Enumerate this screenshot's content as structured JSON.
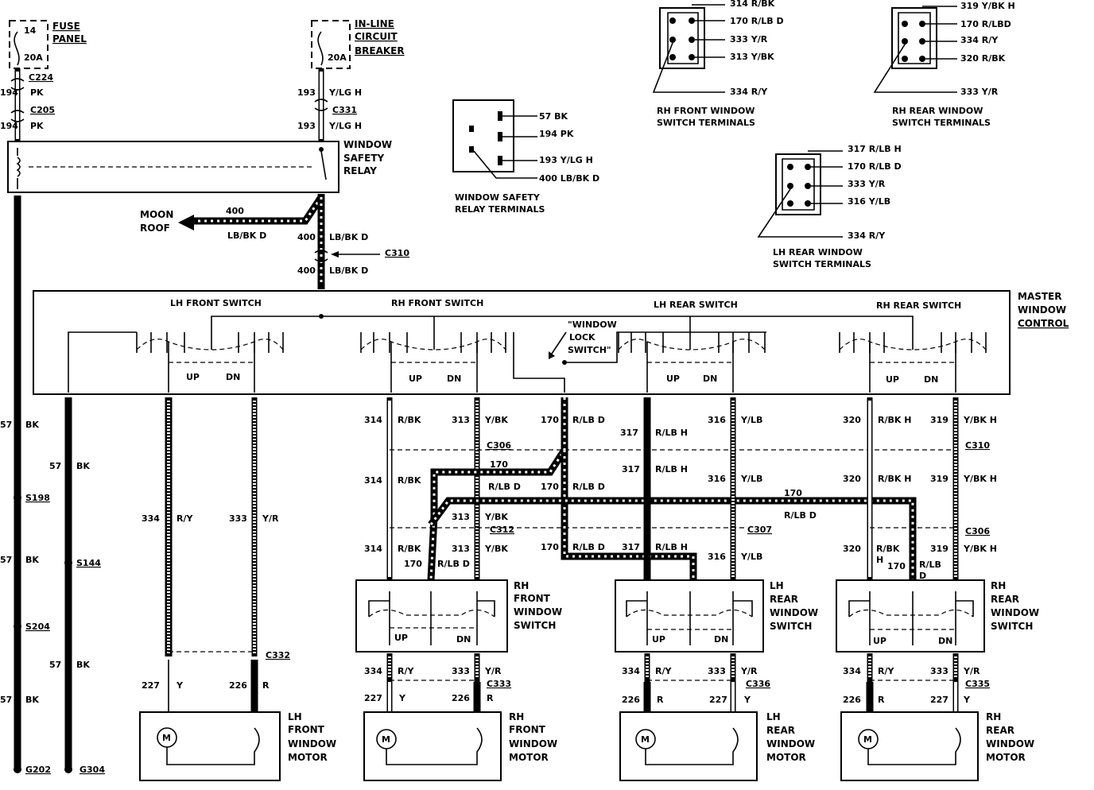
{
  "fuse_panel": {
    "title_1": "FUSE",
    "title_2": "PANEL",
    "fuse_num": "14",
    "rating": "20A"
  },
  "breaker": {
    "title_1": "IN-LINE",
    "title_2": "CIRCUIT",
    "title_3": "BREAKER",
    "rating": "20A"
  },
  "connectors": {
    "c224": "C224",
    "c205": "C205",
    "c331": "C331",
    "c310": "C310",
    "c306": "C306",
    "c310b": "C310",
    "c312": "C312",
    "c307": "C307",
    "c306b": "C306",
    "c332": "C332",
    "c333": "C333",
    "c336": "C336",
    "c335": "C335"
  },
  "splices": {
    "s198": "S198",
    "s144": "S144",
    "s204": "S204"
  },
  "grounds": {
    "g202": "G202",
    "g304": "G304"
  },
  "relay": {
    "title_1": "WINDOW",
    "title_2": "SAFETY",
    "title_3": "RELAY"
  },
  "moonroof": {
    "label_1": "MOON",
    "label_2": "ROOF",
    "wire": "400",
    "color": "LB/BK D"
  },
  "master": {
    "title_1": "MASTER",
    "title_2": "WINDOW",
    "title_3": "CONTROL",
    "lh_front": "LH FRONT SWITCH",
    "rh_front": "RH FRONT SWITCH",
    "lh_rear": "LH REAR SWITCH",
    "rh_rear": "RH REAR SWITCH",
    "lock_1": "\"WINDOW",
    "lock_2": "LOCK",
    "lock_3": "SWITCH\"",
    "up": "UP",
    "dn": "DN"
  },
  "wires": {
    "w194": "194",
    "pk": "PK",
    "w193": "193",
    "ylgh": "Y/LG H",
    "w400": "400",
    "lbbkd": "LB/BK D",
    "w57": "57",
    "bk": "BK",
    "w334": "334",
    "ry": "R/Y",
    "w333": "333",
    "yr": "Y/R",
    "w314": "314",
    "rbk": "R/BK",
    "w313": "313",
    "ybk": "Y/BK",
    "w170": "170",
    "rlbd": "R/LB D",
    "w317": "317",
    "rlbh": "R/LB H",
    "w316": "316",
    "ylb": "Y/LB",
    "w320": "320",
    "rbkh": "R/BK H",
    "w319": "319",
    "ybkh": "Y/BK H",
    "w227": "227",
    "y": "Y",
    "w226": "226",
    "r": "R",
    "rbk_h": "R/BK",
    "h": "H",
    "rlb": "R/LB",
    "d": "D"
  },
  "switches": {
    "rh_front": [
      "RH",
      "FRONT",
      "WINDOW",
      "SWITCH"
    ],
    "lh_rear": [
      "LH",
      "REAR",
      "WINDOW",
      "SWITCH"
    ],
    "rh_rear": [
      "RH",
      "REAR",
      "WINDOW",
      "SWITCH"
    ]
  },
  "motors": {
    "lh_front": [
      "LH",
      "FRONT",
      "WINDOW",
      "MOTOR"
    ],
    "rh_front": [
      "RH",
      "FRONT",
      "WINDOW",
      "MOTOR"
    ],
    "lh_rear": [
      "LH",
      "REAR",
      "WINDOW",
      "MOTOR"
    ],
    "rh_rear": [
      "RH",
      "REAR",
      "WINDOW",
      "MOTOR"
    ],
    "m": "M"
  },
  "relay_terminals": {
    "t1": "57 BK",
    "t2": "194 PK",
    "t3": "193 Y/LG H",
    "t4": "400 LB/BK D",
    "caption_1": "WINDOW SAFETY",
    "caption_2": "RELAY TERMINALS"
  },
  "rh_front_terminals": {
    "t1": "314 R/BK",
    "t2": "170 R/LB D",
    "t3": "333 Y/R",
    "t4": "313 Y/BK",
    "t5": "334 R/Y",
    "caption_1": "RH FRONT WINDOW",
    "caption_2": "SWITCH TERMINALS"
  },
  "rh_rear_terminals": {
    "t1": "319 Y/BK H",
    "t2": "170 R/LBD",
    "t3": "334 R/Y",
    "t4": "320 R/BK",
    "t5": "333 Y/R",
    "caption_1": "RH REAR WINDOW",
    "caption_2": "SWITCH TERMINALS"
  },
  "lh_rear_terminals": {
    "t1": "317 R/LB H",
    "t2": "170 R/LB D",
    "t3": "333 Y/R",
    "t4": "316 Y/LB",
    "t5": "334 R/Y",
    "caption_1": "LH REAR WINDOW",
    "caption_2": "SWITCH TERMINALS"
  }
}
